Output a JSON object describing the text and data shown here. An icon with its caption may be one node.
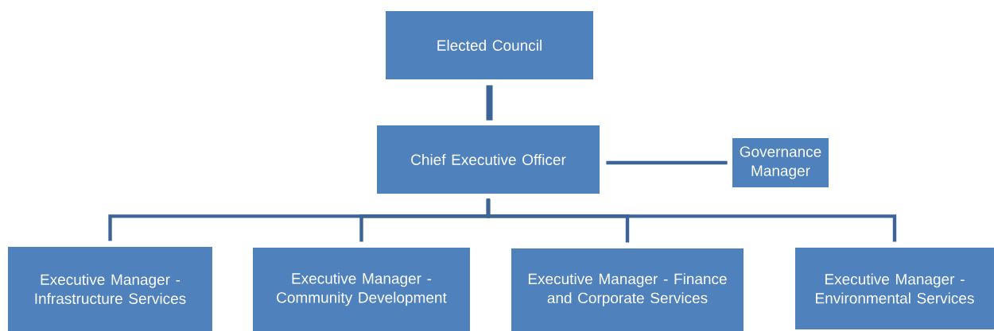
{
  "diagram": {
    "nodes": [
      {
        "text": [
          "Elected Council"
        ]
      },
      {
        "text": [
          "Chief Executive Officer"
        ]
      },
      {
        "text": [
          "Governance Manager"
        ]
      },
      {
        "text": [
          "Executive Manager - Infrastructure Services"
        ]
      },
      {
        "text": [
          "Executive Manager - Community Development"
        ]
      },
      {
        "text": [
          "Executive Manager - Finance and Corporate Services"
        ]
      },
      {
        "text": [
          "Executive Manager - Environmental Services"
        ]
      }
    ],
    "edges": [
      {
        "from": 0,
        "to": 1,
        "arrow": "none",
        "style": "thick"
      },
      {
        "from": 1,
        "to": 2,
        "arrow": "none"
      },
      {
        "from": 1,
        "to": 3,
        "arrow": "none"
      },
      {
        "from": 1,
        "to": 4,
        "arrow": "none"
      },
      {
        "from": 1,
        "to": 5,
        "arrow": "none"
      },
      {
        "from": 1,
        "to": 6,
        "arrow": "none"
      }
    ]
  }
}
